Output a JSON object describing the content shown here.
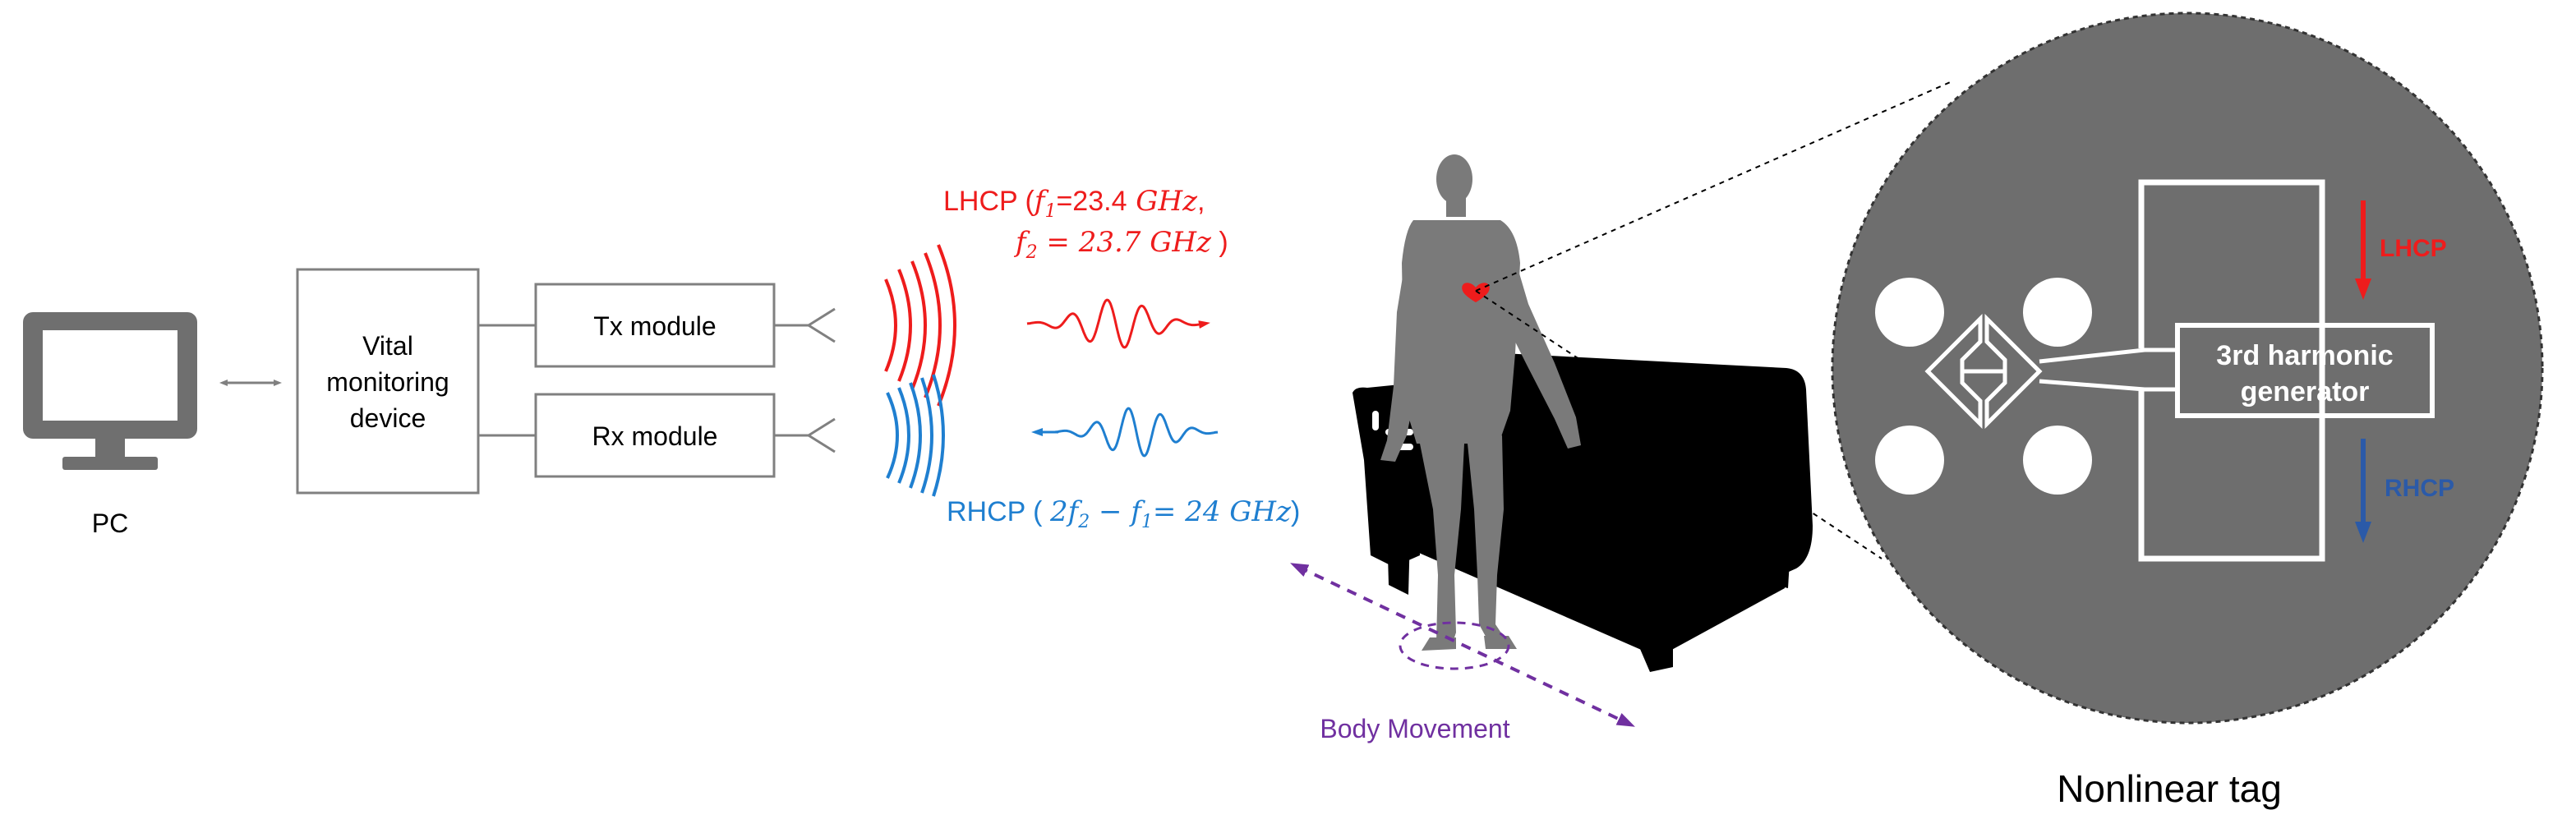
{
  "pc": {
    "label": "PC",
    "icon": "monitor-icon"
  },
  "vital_device": {
    "line1": "Vital",
    "line2": "monitoring",
    "line3": "device"
  },
  "tx_module": {
    "label": "Tx module"
  },
  "rx_module": {
    "label": "Rx module"
  },
  "lhcp": {
    "prefix": "LHCP (",
    "f1_sym": "f",
    "f1_sub": "1",
    "f1_val": "=23.4",
    "unit": "GHz",
    "comma": ",",
    "f2_sym": "f",
    "f2_sub": "2",
    "f2_val": " = 23.7 ",
    "close": " )"
  },
  "rhcp": {
    "prefix": "RHCP ( ",
    "expr_2": "2",
    "f2_sym": "f",
    "f2_sub": "2",
    "minus": " − ",
    "f1_sym": "f",
    "f1_sub": "1",
    "eq": "= 24 ",
    "unit": "GHz",
    "close": ")"
  },
  "body_movement": {
    "label": "Body Movement"
  },
  "tag": {
    "caption": "Nonlinear tag",
    "generator_line1": "3rd harmonic",
    "generator_line2": "generator",
    "lhcp_label": "LHCP",
    "rhcp_label": "RHCP"
  },
  "colors": {
    "lhcp": "#ee1c1c",
    "rhcp": "#1f7fd0",
    "rhcp_tag": "#2b5aa8",
    "movement": "#7030a0",
    "box_stroke": "#808080",
    "tag_bg": "#6e6e6e",
    "person": "#7a7a7a",
    "bed": "#000000"
  }
}
